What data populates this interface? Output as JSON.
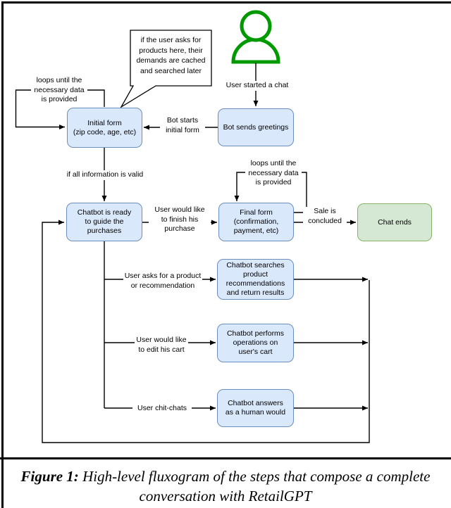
{
  "figure": {
    "caption_label": "Figure 1:",
    "caption_text": " High-level fluxogram of the steps that compose a complete conversation with RetailGPT"
  },
  "colors": {
    "node_fill": "#dae8fc",
    "node_border": "#6c8ebf",
    "end_fill": "#d5e8d4",
    "end_border": "#82b366",
    "actor_green": "#009900",
    "line": "#000000",
    "background": "#ffffff"
  },
  "icons": {
    "user-icon": "green person outline (head circle + shoulders dome)"
  },
  "nodes": {
    "initial_form": "Initial form\n(zip code, age, etc)",
    "bot_greetings": "Bot sends greetings",
    "chatbot_ready": "Chatbot is ready\nto guide the\npurchases",
    "final_form": "Final form\n(confirmation,\npayment, etc)",
    "chat_ends": "Chat ends",
    "search_products": "Chatbot searches\nproduct\nrecommendations\nand return results",
    "cart_operations": "Chatbot performs\noperations on\nuser's cart",
    "chitchat_answer": "Chatbot answers\nas a human would"
  },
  "annotations": {
    "callout": "if the user asks for\nproducts here, their\ndemands are cached\nand searched later",
    "loop_initial": "loops until the\nnecessary data\nis provided",
    "loop_final": "loops until the\nnecessary data\nis provided"
  },
  "edge_labels": {
    "user_started": "User started a chat",
    "bot_starts": "Bot starts\ninitial form",
    "info_valid": "if all information is valid",
    "finish_purchase": "User would like\nto finish his\npurchase",
    "sale_concluded": "Sale is\nconcluded",
    "ask_product": "User asks for a product\nor recommendation",
    "edit_cart": "User would like\nto edit his cart",
    "chit_chats": "User chit-chats"
  }
}
